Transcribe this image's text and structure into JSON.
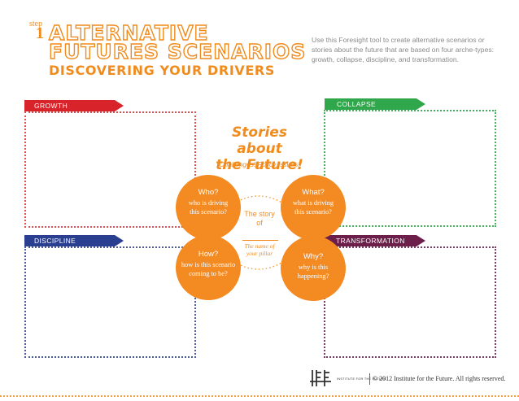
{
  "header": {
    "step_word": "step",
    "step_number": "1",
    "title_line1": "ALTERNATIVE",
    "title_line2": "FUTURES SCENARIOS",
    "subtitle": "DISCOVERING YOUR DRIVERS",
    "intro": "Use this Foresight tool to create alternative scenarios or stories about the future that are based on four arche-types: growth, collapse, discipline, and transformation."
  },
  "quadrants": {
    "growth": "GROWTH",
    "collapse": "COLLAPSE",
    "discipline": "DISCIPLINE",
    "transformation": "TRANSFORMATION"
  },
  "center": {
    "stories_line1": "Stories about",
    "stories_line2": "the Future!",
    "challenges": "Challenges! Policy Issues!",
    "story_line1": "The story",
    "story_line2": "of",
    "pillar_line1": "The name of",
    "pillar_line2": "your pillar"
  },
  "circles": {
    "who": {
      "title": "Who?",
      "line1": "who is driving",
      "line2": "this scenario?"
    },
    "what": {
      "title": "What?",
      "line1": "what is driving",
      "line2": "this scenario?"
    },
    "how": {
      "title": "How?",
      "line1": "how is this scenario",
      "line2": "coming to be?"
    },
    "why": {
      "title": "Why?",
      "line1": "why is this",
      "line2": "happening?"
    }
  },
  "footer": {
    "org": "INSTITUTE FOR THE FUTURE",
    "copyright": "© 2012 Institute for the Future. All rights reserved."
  },
  "colors": {
    "accent": "#f08c1e",
    "growth": "#d9232a",
    "collapse": "#2fa74a",
    "discipline": "#2a3f8f",
    "transformation": "#6b1f4a"
  }
}
